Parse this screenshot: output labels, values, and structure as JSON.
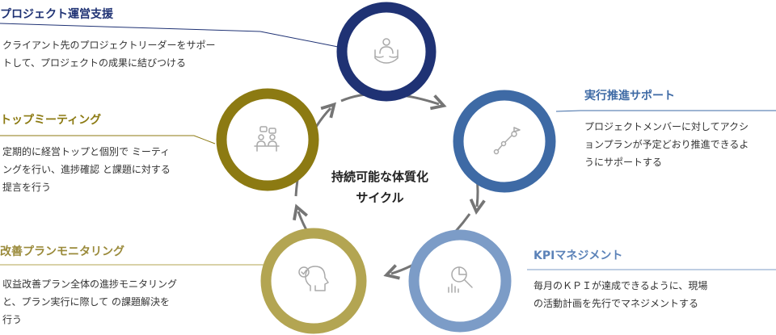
{
  "center": {
    "line1": "持続可能な体質化",
    "line2": "サイクル"
  },
  "colors": {
    "navy": "#1f3274",
    "blue": "#3e6aa5",
    "lightblue": "#7c9cc7",
    "gold": "#b3a552",
    "olive": "#8c7a12",
    "arrow": "#757575",
    "icon": "#aaaaaa"
  },
  "nodes": [
    {
      "title": "プロジェクト運営支援",
      "desc": [
        "クライアント先のプロジェクトリーダーをサポー",
        "トして、プロジェクトの成果に結びつける"
      ],
      "icon": "support-hands-icon",
      "color": "#1f3274"
    },
    {
      "title": "実行推進サポート",
      "desc": [
        "プロジェクトメンバーに対してアクシ",
        "ョンプランが予定どおり推進できるよ",
        "うにサポートする"
      ],
      "icon": "progress-path-icon",
      "color": "#3e6aa5"
    },
    {
      "title": "KPIマネジメント",
      "desc": [
        "毎月のＫＰＩが達成できるように、現場",
        "の活動計画を先行でマネジメントする"
      ],
      "icon": "chart-magnifier-icon",
      "color": "#7c9cc7"
    },
    {
      "title": "改善プランモニタリング",
      "desc": [
        "収益改善プラン全体の進捗モニタリング",
        "と、プラン実行に際して の課題解決を",
        "行う"
      ],
      "icon": "head-check-icon",
      "color": "#b3a552"
    },
    {
      "title": "トップミーティング",
      "desc": [
        "定期的に経営トップと個別で ミーティ",
        "ングを行い、進捗確認 と課題に対する",
        "提言を行う"
      ],
      "icon": "meeting-icon",
      "color": "#8c7a12"
    }
  ]
}
